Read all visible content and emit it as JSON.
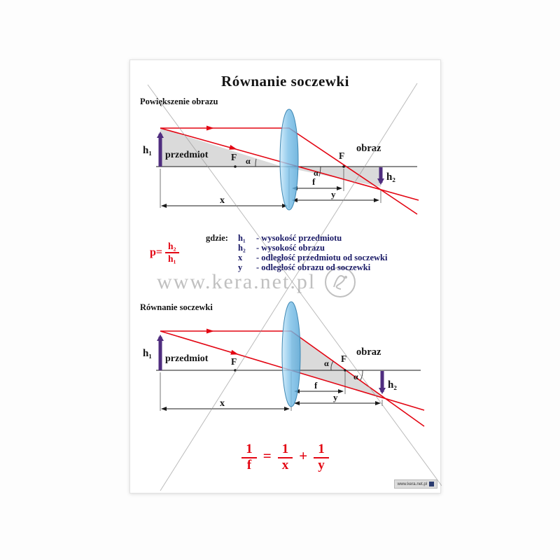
{
  "page": {
    "title": "Równanie soczewki",
    "watermark_text": "www.kera.net.pl",
    "footer_logo_text": "www.kera.net.pl"
  },
  "section1": {
    "label": "Powiększenie obrazu",
    "diagram": {
      "object_height": "h₁",
      "image_height": "h₂",
      "object_label": "przedmiot",
      "image_label": "obraz",
      "focal_left": "F",
      "focal_right": "F",
      "angle_left": "α",
      "angle_right": "α",
      "dim_x": "x",
      "dim_y": "y",
      "dim_f": "f"
    }
  },
  "magnification_formula": {
    "lhs": "p=",
    "numerator": "h₂",
    "denominator": "h₁"
  },
  "legend": {
    "intro": "gdzie:",
    "items": [
      {
        "term": "h₁",
        "desc": "- wysokość przedmiotu"
      },
      {
        "term": "h₂",
        "desc": "- wysokość obrazu"
      },
      {
        "term": "x",
        "desc": "- odległość przedmiotu od soczewki"
      },
      {
        "term": "y",
        "desc": "- odległość obrazu od soczewki"
      }
    ]
  },
  "section2": {
    "label": "Równanie soczewki",
    "diagram": {
      "object_height": "h₁",
      "image_height": "h₂",
      "object_label": "przedmiot",
      "image_label": "obraz",
      "focal_left": "F",
      "focal_right": "F",
      "angle_left": "α",
      "angle_right": "α",
      "dim_x": "x",
      "dim_y": "y",
      "dim_f": "f"
    }
  },
  "lens_formula": {
    "term1_num": "1",
    "term1_den": "f",
    "equals": "=",
    "term2_num": "1",
    "term2_den": "x",
    "plus": "+",
    "term3_num": "1",
    "term3_den": "y"
  },
  "colors": {
    "ray_red": "#e30613",
    "arrow_purple": "#4f2d7f",
    "lens_blue": "#7cc0e8",
    "shade_gray": "#dadada",
    "legend_navy": "#1a1a66"
  }
}
